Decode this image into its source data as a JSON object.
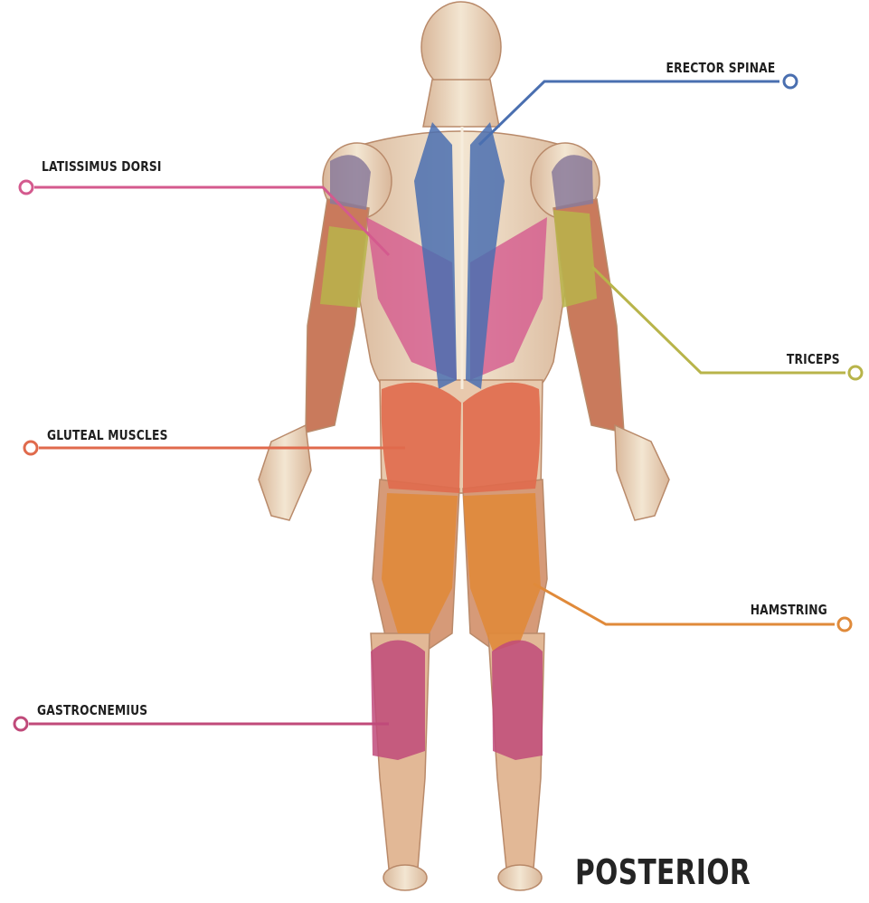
{
  "view_title": "POSTERIOR",
  "muscles": {
    "erector_spinae": {
      "label": "ERECTOR SPINAE",
      "color": "#4a6fb0"
    },
    "latissimus_dorsi": {
      "label": "LATISSIMUS DORSI",
      "color": "#d45a8e"
    },
    "triceps": {
      "label": "TRICEPS",
      "color": "#b8b44a"
    },
    "gluteal_muscles": {
      "label": "GLUTEAL MUSCLES",
      "color": "#e06a4c"
    },
    "hamstring": {
      "label": "HAMSTRING",
      "color": "#e08a3a"
    },
    "gastrocnemius": {
      "label": "GASTROCNEMIUS",
      "color": "#c04a7a"
    }
  }
}
